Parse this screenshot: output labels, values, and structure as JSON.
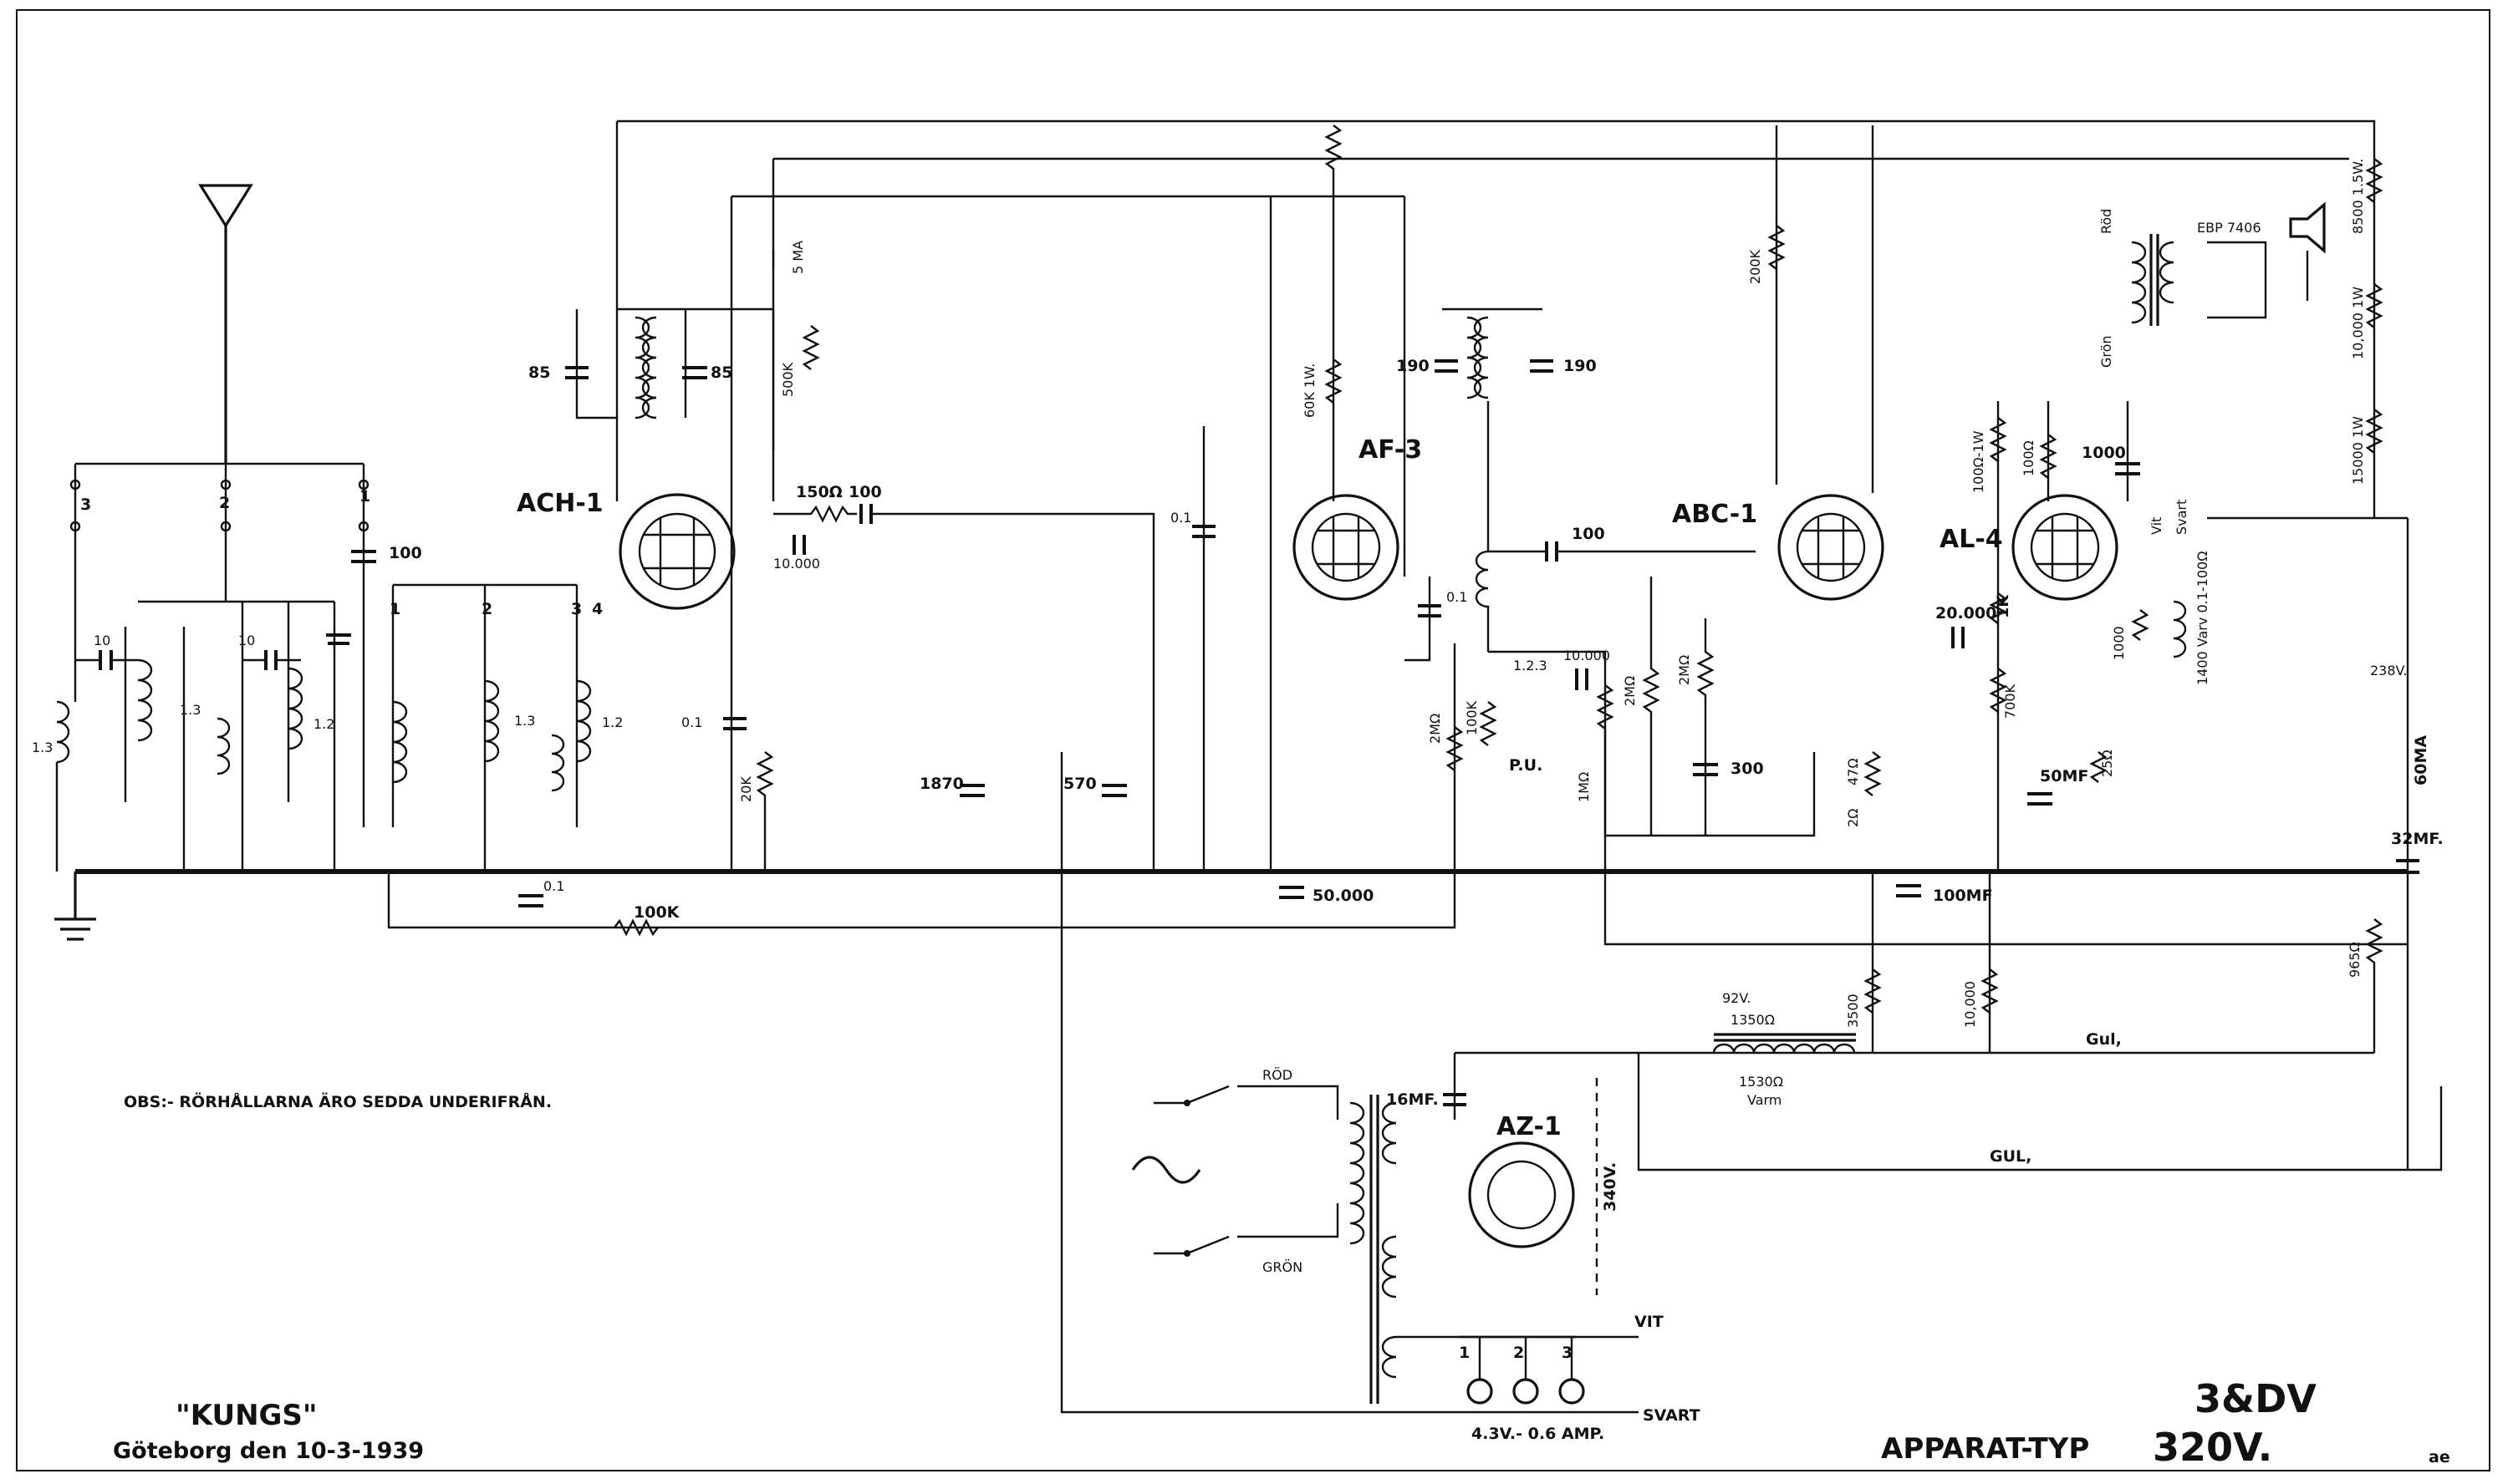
{
  "diagram": {
    "title_brand": "\"KUNGS\"",
    "title_place_date": "Göteborg den 10-3-1939",
    "note": "OBS:- RÖRHÅLLARNA ÄRO SEDDA UNDERIFRÅN.",
    "apparat_label": "APPARAT-TYP",
    "apparat_voltage": "320V.",
    "apparat_handwritten": "3&DV",
    "signature": "ae",
    "tubes": {
      "ach1": "ACH-1",
      "af3": "AF-3",
      "abc1": "ABC-1",
      "al4": "AL-4",
      "az1": "AZ-1"
    },
    "speaker": "EBP 7406",
    "wires": {
      "rod_mains": "RÖD",
      "gron_mains": "GRÖN",
      "rod_out": "Röd",
      "gron_out": "Grön",
      "vit": "Vit",
      "svart": "Svart",
      "vit_tr": "VIT",
      "svart_tr": "SVART",
      "gul1": "Gul,",
      "gul2": "GUL,"
    },
    "labels": {
      "c85a": "85",
      "c85b": "85",
      "c190a": "190",
      "c190b": "190",
      "c100a": "100",
      "c100b": "100",
      "c100c": "100",
      "c10a": "10",
      "c10b": "10",
      "c01a": "0.1",
      "c01b": "0.1",
      "c01c": "0.1",
      "c01d": "0.1",
      "c10000a": "10.000",
      "c10000b": "10.000",
      "c20000": "20.000",
      "c50000": "50.000",
      "c300": "300",
      "c1000a": "1000",
      "c1000b": "1000",
      "c1870": "1870",
      "c570": "570",
      "r150": "150Ω",
      "r100k": "100K",
      "r100k_v": "100K",
      "r500k": "500K",
      "r60k": "60K 1W.",
      "r200k": "200K",
      "r20k": "20K",
      "r2m_a": "2MΩ",
      "r2m_b": "2MΩ",
      "r2m_c": "2MΩ",
      "r1m": "1MΩ",
      "r700k": "700K",
      "r1k": "1K",
      "r100_1w": "100Ω-1W",
      "r100_b": "100Ω",
      "r47": "47Ω",
      "r2": "2Ω",
      "r25": "25Ω",
      "r3500": "3500",
      "r10000": "10,000",
      "r8500": "8500 1.5W.",
      "r10000_1w": "10,000 1W",
      "r15000_1w": "15000 1W",
      "r965": "965Ω",
      "c50mf": "50MF",
      "c100mf": "100MF",
      "c32mf": "32MF.",
      "c16mf": "16MF.",
      "v238": "238V.",
      "ma60": "60MA",
      "ma5": "5 MA",
      "v92": "92V.",
      "r1350": "1350Ω",
      "r1530": "1530Ω",
      "varm": "Varm",
      "v340": "340V.",
      "pu": "P.U.",
      "fil": "4.3V.- 0.6 AMP.",
      "hum": "1400 Varv 0.1-100Ω",
      "t13": "1.3",
      "t12": "1.2",
      "t123": "1.2.3"
    }
  }
}
